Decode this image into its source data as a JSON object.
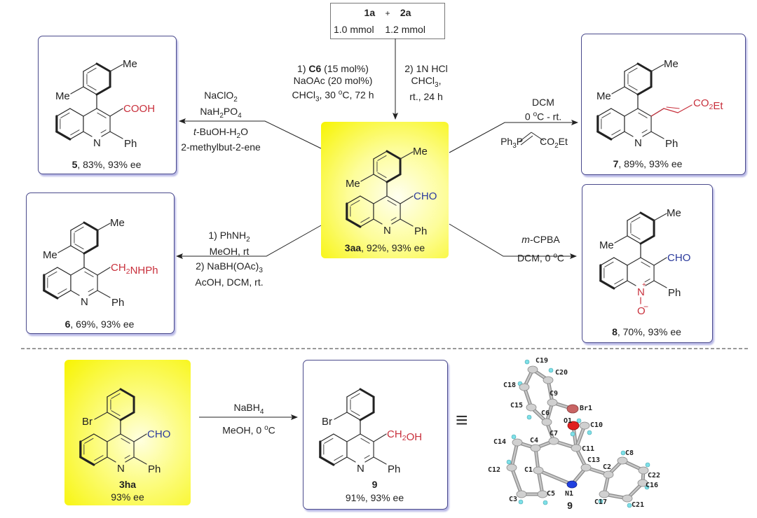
{
  "reactants_box": {
    "reactant_1": "1a",
    "plus": "+",
    "reactant_2": "2a",
    "amount_1": "1.0 mmol",
    "amount_2": "1.2 mmol"
  },
  "main_step": {
    "step1_line1_bold": "C6",
    "step1_line1_prefix": "1) ",
    "step1_line1_suffix": " (15 mol%)",
    "step1_line2": "NaOAc (20 mol%)",
    "step1_line3": "CHCl3, 30 °C, 72 h",
    "step2_line1": "2) 1N HCl",
    "step2_line2": "CHCl3,",
    "step2_line3": "rt., 24 h"
  },
  "central_product": {
    "id": "3aa",
    "caption_rest": ", 92%, 93% ee",
    "substituent": "CHO",
    "labels": {
      "me_top": "Me",
      "me_left": "Me",
      "n": "N",
      "ph": "Ph"
    },
    "highlight_color": "#f7f400"
  },
  "reactions": [
    {
      "name": "oxidation",
      "conditions": [
        "NaClO2",
        "NaH2PO4",
        "t-BuOH-H2O",
        "2-methylbut-2-ene"
      ],
      "product": {
        "id": "5",
        "caption_rest": ", 83%, 93% ee",
        "substituent": "COOH"
      }
    },
    {
      "name": "reductive-amination",
      "conditions": [
        "1) PhNH2",
        "MeOH, rt",
        "2) NaBH(OAc)3",
        "AcOH, DCM, rt."
      ],
      "product": {
        "id": "6",
        "caption_rest": ", 69%, 93% ee",
        "substituent": "CH2NHPh"
      }
    },
    {
      "name": "wittig",
      "conditions": [
        "DCM",
        "0 °C - rt.",
        "Ph3P=CHCO2Et"
      ],
      "reagent_left": "Ph3P",
      "reagent_right": "CO2Et",
      "product": {
        "id": "7",
        "caption_rest": ",  89%, 93% ee",
        "substituent": "CO2Et"
      }
    },
    {
      "name": "n-oxidation",
      "conditions": [
        "m-CPBA",
        "DCM, 0 °C"
      ],
      "product": {
        "id": "8",
        "caption_rest": ", 70%, 93% ee",
        "substituent": "CHO",
        "n_label": "N",
        "o_label": "O",
        "plus": "+",
        "minus": "−"
      }
    }
  ],
  "bottom": {
    "start": {
      "id": "3ha",
      "ee": "93% ee",
      "substituent": "CHO",
      "br": "Br",
      "n": "N",
      "ph": "Ph"
    },
    "conditions": [
      "NaBH4",
      "MeOH, 0 °C"
    ],
    "product": {
      "id": "9",
      "yield": "91%, 93% ee",
      "substituent": "CH2OH",
      "br": "Br",
      "n": "N",
      "ph": "Ph"
    },
    "equiv_symbol": "≡",
    "crystal": {
      "caption": "9",
      "atoms": [
        "C19",
        "C20",
        "C18",
        "C9",
        "Br1",
        "C15",
        "C6",
        "O1",
        "C10",
        "C14",
        "C4",
        "C7",
        "C11",
        "C8",
        "C22",
        "C13",
        "C12",
        "C1",
        "C2",
        "C16",
        "N1",
        "C3",
        "C5",
        "C17",
        "C21"
      ]
    }
  },
  "colors": {
    "box_border": "#4a4a8c",
    "box_shadow": "#b9b9e6",
    "red": "#c8303c",
    "blue": "#2b3a9c",
    "highlight": "#f7f400"
  }
}
